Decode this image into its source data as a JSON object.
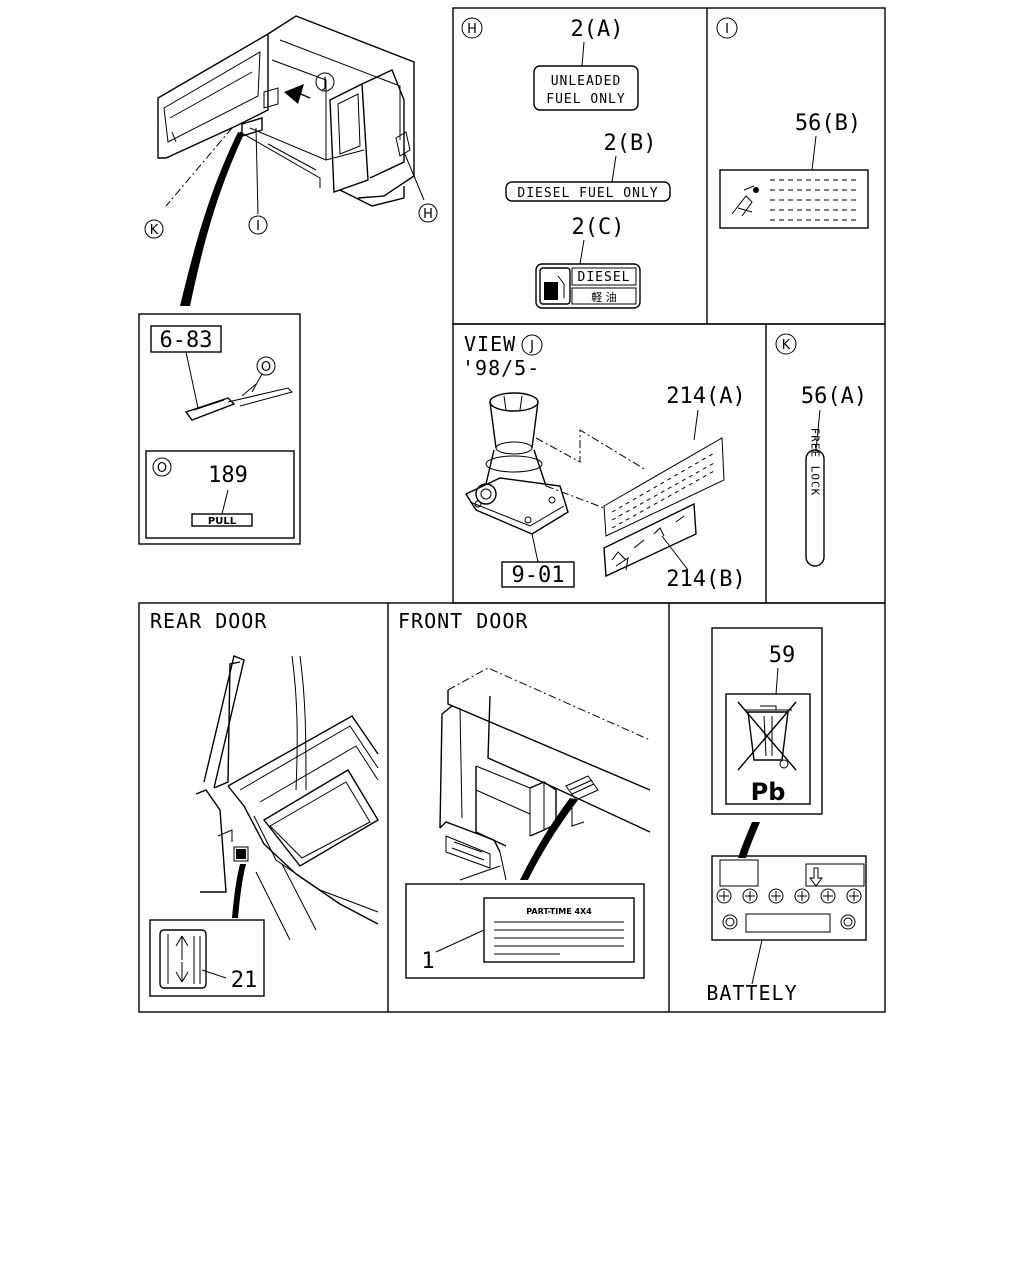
{
  "labels": {
    "H": "H",
    "I": "I",
    "J": "J",
    "K": "K",
    "O": "O"
  },
  "callouts": {
    "p2a": "2(A)",
    "p2b": "2(B)",
    "p2c": "2(C)",
    "p56b": "56(B)",
    "p56a": "56(A)",
    "p214a": "214(A)",
    "p214b": "214(B)",
    "p901": "9-01",
    "p683": "6-83",
    "p189": "189",
    "p59": "59",
    "p21": "21",
    "p1": "1"
  },
  "decals": {
    "unleaded_line1": "UNLEADED",
    "unleaded_line2": "FUEL ONLY",
    "diesel_fuel_only": "DIESEL FUEL ONLY",
    "diesel": "DIESEL",
    "diesel_jp": "軽 油",
    "pull": "PULL",
    "free_lock": "FREE LOCK",
    "part_time": "PART-TIME 4X4",
    "pb": "Pb"
  },
  "panel_titles": {
    "view": "VIEW",
    "view_date": "'98/5-",
    "rear_door": "REAR DOOR",
    "front_door": "FRONT DOOR",
    "battely": "BATTELY"
  },
  "colors": {
    "line": "#000000",
    "background": "#ffffff"
  }
}
